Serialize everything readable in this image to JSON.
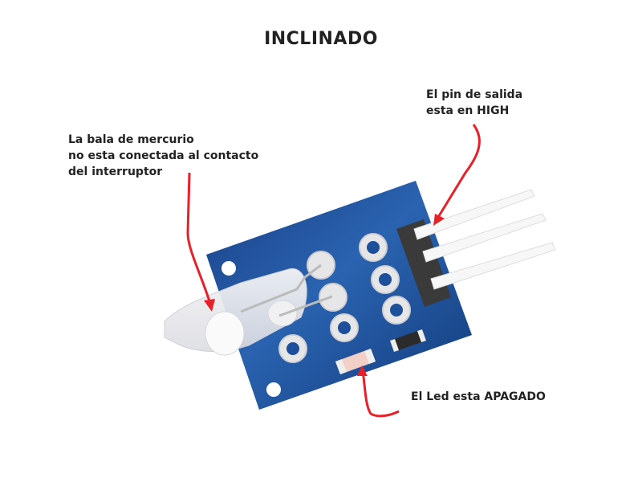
{
  "title": "INCLINADO",
  "labels": {
    "mercury": "La bala de mercurio\nno esta conectada al contacto\ndel interruptor",
    "pin": "El pin de salida\nesta en HIGH",
    "led": "El Led esta APAGADO"
  },
  "colors": {
    "board": "#1d4f9a",
    "arrow": "#e8202a",
    "header": "#3a3a3a"
  }
}
